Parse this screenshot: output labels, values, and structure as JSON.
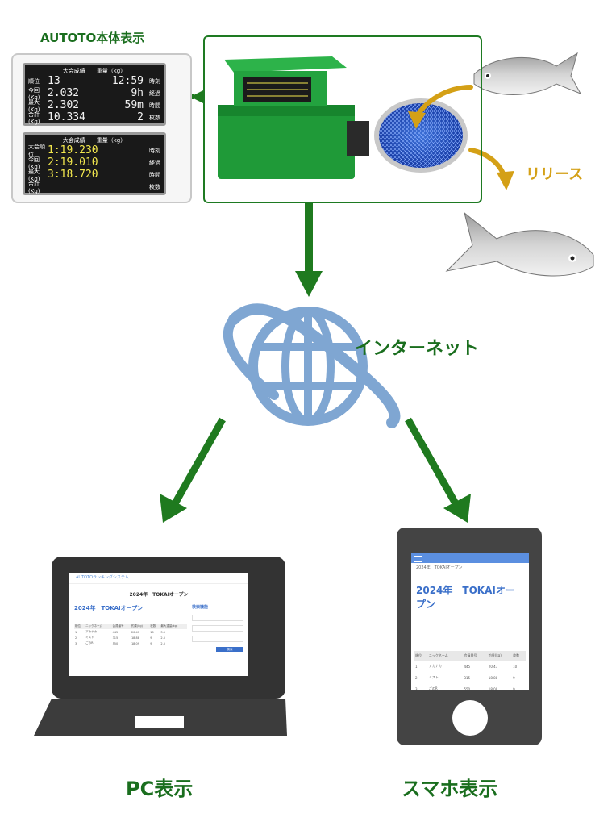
{
  "labels": {
    "autoto_display": "AUTOTO本体表示",
    "release": "リリース",
    "internet": "インターネット",
    "pc_display": "PC表示",
    "smartphone_display": "スマホ表示"
  },
  "lcd_top": {
    "header": "大会成績　　重量（kg）",
    "rows": [
      {
        "label": "順位",
        "value": "13",
        "value2": "12:59",
        "unit": "時刻"
      },
      {
        "label": "今回(Kg)",
        "value": "2.032",
        "value2": "9h",
        "unit": "経過"
      },
      {
        "label": "最大(Kg)",
        "value": "2.302",
        "value2": "59m",
        "unit": "時間"
      },
      {
        "label": "合計(Kg)",
        "value": "10.334",
        "value2": "2",
        "unit": "枚数"
      }
    ]
  },
  "lcd_bottom": {
    "header": "大会成績　　重量（kg）",
    "rows": [
      {
        "label": "大会順位",
        "value": "1:19.230",
        "value2": "",
        "unit": "時刻"
      },
      {
        "label": "今回(Kg)",
        "value": "2:19.010",
        "value2": "",
        "unit": "経過"
      },
      {
        "label": "最大(Kg)",
        "value": "3:18.720",
        "value2": "",
        "unit": "時間"
      },
      {
        "label": "合計(Kg)",
        "value": "",
        "value2": "",
        "unit": "枚数"
      }
    ]
  },
  "pc_screen": {
    "brand": "AUTOTOランキングシステム",
    "event_title": "2024年　TOKAIオープン",
    "section_title": "2024年　TOKAIオープン",
    "side_title": "検索機能",
    "submit_label": "検索",
    "table_headers": [
      "順位",
      "ニックネーム",
      "会員番号",
      "釣果(kg)",
      "枚数",
      "最大重量(kg)"
    ],
    "rows": [
      [
        "1",
        "アカナカ",
        "445",
        "20.47",
        "10",
        "3.5"
      ],
      [
        "2",
        "ミスト",
        "315",
        "18.88",
        "9",
        "2.5"
      ],
      [
        "3",
        "ごのR",
        "550",
        "18.09",
        "9",
        "2.5"
      ]
    ]
  },
  "phone_screen": {
    "breadcrumb": "2024年　TOKAIオープン",
    "event_title": "2024年　TOKAIオープン",
    "table_headers": [
      "順位",
      "ニックネーム",
      "会員番号",
      "釣果(kg)",
      "枚数"
    ],
    "rows": [
      [
        "1",
        "アカナカ",
        "445",
        "20.47",
        "10"
      ],
      [
        "2",
        "ミスト",
        "315",
        "18.88",
        "9"
      ],
      [
        "3",
        "ごのR",
        "550",
        "18.09",
        "9"
      ]
    ]
  },
  "colors": {
    "green": "#1a6e1e",
    "arrow_green": "#1f7a1f",
    "globe_blue": "#7fa6d2",
    "release_gold": "#d4a016",
    "device_gray": "#3c3c3c"
  }
}
